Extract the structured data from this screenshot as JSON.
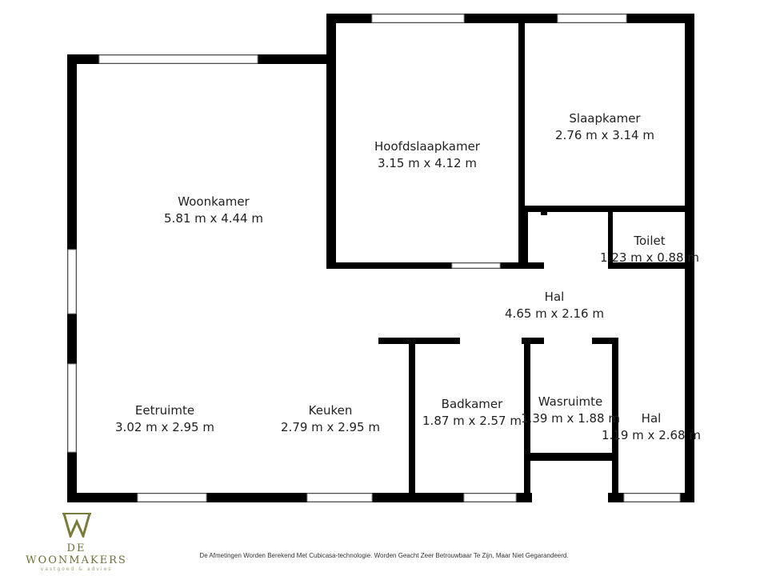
{
  "rooms": [
    {
      "name": "Woonkamer",
      "size": "5.81 m x 4.44 m"
    },
    {
      "name": "Hoofdslaapkamer",
      "size": "3.15 m x 4.12 m"
    },
    {
      "name": "Slaapkamer",
      "size": "2.76 m x 3.14 m"
    },
    {
      "name": "Toilet",
      "size": "1.23 m x 0.88 m"
    },
    {
      "name": "Hal",
      "size": "4.65 m x 2.16 m"
    },
    {
      "name": "Eetruimte",
      "size": "3.02 m x 2.95 m"
    },
    {
      "name": "Keuken",
      "size": "2.79 m x 2.95 m"
    },
    {
      "name": "Badkamer",
      "size": "1.87 m x 2.57 m"
    },
    {
      "name": "Wasruimte",
      "size": "1.39 m x 1.88 m"
    },
    {
      "name": "Hal",
      "size": "1.19 m x 2.68 m"
    }
  ],
  "logo": {
    "brand": "DE WOONMAKERS",
    "tagline": "vastgoed & advies"
  },
  "footer": "De Afmetingen Worden Berekend Met Cubicasa-technologie. Worden Geacht Zeer Betrouwbaar Te Zijn, Maar Niet Gegarandeerd.",
  "colors": {
    "wall": "#000000",
    "logo": "#7a7a3a"
  }
}
